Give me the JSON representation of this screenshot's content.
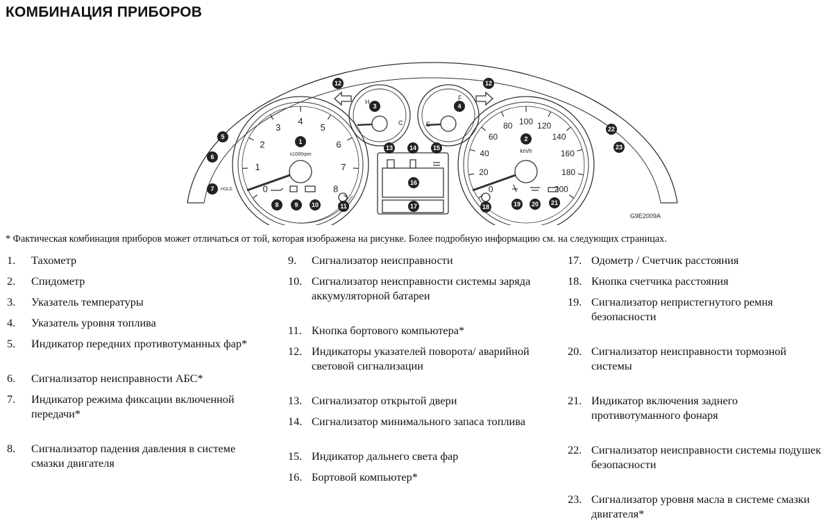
{
  "header": {
    "title": "КОМБИНАЦИЯ ПРИБОРОВ"
  },
  "figure": {
    "code": "G9E2009A",
    "tach_scale": [
      "1",
      "2",
      "3",
      "4",
      "5",
      "6",
      "7",
      "8"
    ],
    "tach_zero": "0",
    "tach_unit": "x1000rpm",
    "speed_scale": [
      "20",
      "40",
      "60",
      "80",
      "100",
      "120",
      "140",
      "160",
      "180",
      "200"
    ],
    "speed_zero": "0",
    "speed_unit": "km/h",
    "temp_h": "H",
    "temp_c": "C",
    "fuel_f": "F",
    "fuel_e": "E",
    "hold_label": "HOLD",
    "callouts": [
      "1",
      "2",
      "3",
      "4",
      "5",
      "6",
      "7",
      "8",
      "9",
      "10",
      "11",
      "12",
      "12",
      "13",
      "14",
      "15",
      "16",
      "17",
      "18",
      "19",
      "20",
      "21",
      "22",
      "23"
    ]
  },
  "note": "* Фактическая комбинация приборов может отличаться от той, которая изображена на рисунке. Более подробную информацию см. на следующих страницах.",
  "legend": {
    "col1": [
      {
        "num": "1.",
        "text": "Тахометр"
      },
      {
        "num": "2.",
        "text": "Спидометр"
      },
      {
        "num": "3.",
        "text": "Указатель температуры"
      },
      {
        "num": "4.",
        "text": "Указатель уровня топлива"
      },
      {
        "num": "5.",
        "text": "Индикатор передних противотуманных фар*"
      },
      {
        "num": "6.",
        "text": "Сигнализатор неисправности АБС*"
      },
      {
        "num": "7.",
        "text": "Индикатор режима фиксации включенной передачи*"
      },
      {
        "num": "8.",
        "text": "Сигнализатор падения давления в системе смазки двигателя"
      }
    ],
    "col2": [
      {
        "num": "9.",
        "text": "Сигнализатор неисправности"
      },
      {
        "num": "10.",
        "text": "Сигнализатор неисправности системы заряда аккумуляторной батареи"
      },
      {
        "num": "11.",
        "text": "Кнопка бортового компьютера*"
      },
      {
        "num": "12.",
        "text": "Индикаторы указателей поворота/ аварийной световой сигнализации"
      },
      {
        "num": "13.",
        "text": "Сигнализатор открытой двери"
      },
      {
        "num": "14.",
        "text": "Сигнализатор минимального запаса топлива"
      },
      {
        "num": "15.",
        "text": "Индикатор дальнего света фар"
      },
      {
        "num": "16.",
        "text": "Бортовой компьютер*"
      }
    ],
    "col3": [
      {
        "num": "17.",
        "text": "Одометр / Счетчик расстояния"
      },
      {
        "num": "18.",
        "text": "Кнопка счетчика расстояния"
      },
      {
        "num": "19.",
        "text": "Сигнализатор непристегнутого ремня безопасности"
      },
      {
        "num": "20.",
        "text": "Сигнализатор неисправности тормозной системы"
      },
      {
        "num": "21.",
        "text": "Индикатор включения заднего противотуманного фонаря"
      },
      {
        "num": "22.",
        "text": "Сигнализатор неисправности системы подушек безопасности"
      },
      {
        "num": "23.",
        "text": "Сигнализатор уровня масла в системе смазки двигателя*"
      }
    ]
  }
}
